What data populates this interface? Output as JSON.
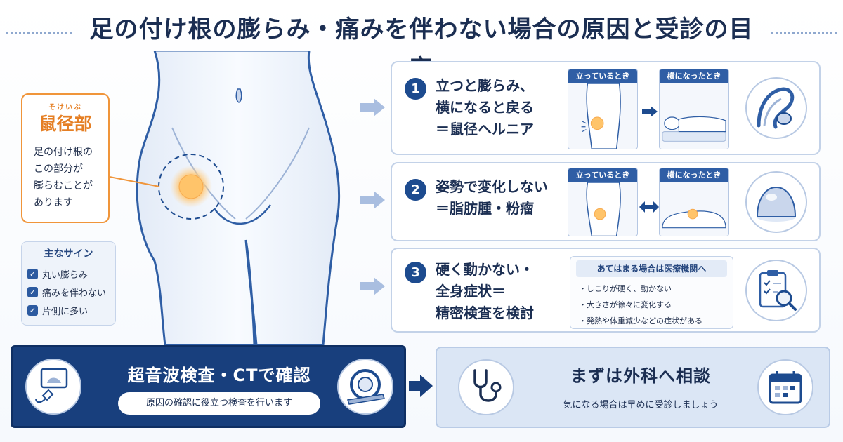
{
  "title": "足の付け根の膨らみ・痛みを伴わない場合の原因と受診の目安",
  "groin": {
    "ruby": "そけいぶ",
    "term": "鼠径部",
    "description": "足の付け根の\nこの部分が\n膨らむことが\nあります"
  },
  "signs": {
    "title": "主なサイン",
    "items": [
      "丸い膨らみ",
      "痛みを伴わない",
      "片側に多い"
    ]
  },
  "causes": [
    {
      "number": "1",
      "title": "立つと膨らみ、\n横になると戻る\n＝鼠径ヘルニア",
      "panel_standing": "立っているとき",
      "panel_lying": "横になったとき",
      "icon": "hernia-icon"
    },
    {
      "number": "2",
      "title": "姿勢で変化しない\n＝脂肪腫・粉瘤",
      "panel_standing": "立っているとき",
      "panel_lying": "横になったとき",
      "icon": "lump-icon"
    },
    {
      "number": "3",
      "title": "硬く動かない・\n全身症状＝\n精密検査を検討",
      "checklist_title": "あてはまる場合は医療機関へ",
      "checklist_items": [
        "しこりが硬く、動かない",
        "大きさが徐々に変化する",
        "発熱や体重減少などの症状がある"
      ],
      "icon": "clipboard-magnifier-icon"
    }
  ],
  "tests": {
    "title": "超音波検査・CTで確認",
    "subtitle": "原因の確認に役立つ検査を行います"
  },
  "consult": {
    "title": "まずは外科へ相談",
    "subtitle": "気になる場合は早めに受診しましょう"
  },
  "colors": {
    "navy": "#1b2e52",
    "accent_blue": "#1d4b8f",
    "orange": "#f0953a",
    "light_blue": "#dbe6f5"
  }
}
